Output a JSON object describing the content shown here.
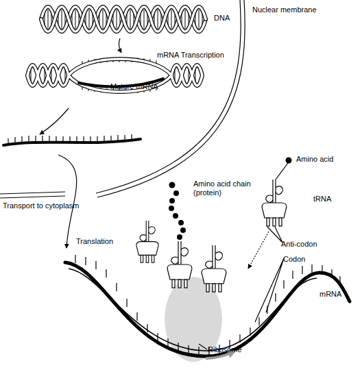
{
  "diagram": {
    "labels": [
      "DNA",
      "Nuclear membrane",
      "mRNA Transcription",
      "Mature mRNA",
      "Amino acid",
      "Amino acid chain (protein)",
      "tRNA",
      "Transport to cytoplasm",
      "Translation",
      "Anti-codon",
      "Codon",
      "mRNA",
      "Ribosome"
    ]
  }
}
